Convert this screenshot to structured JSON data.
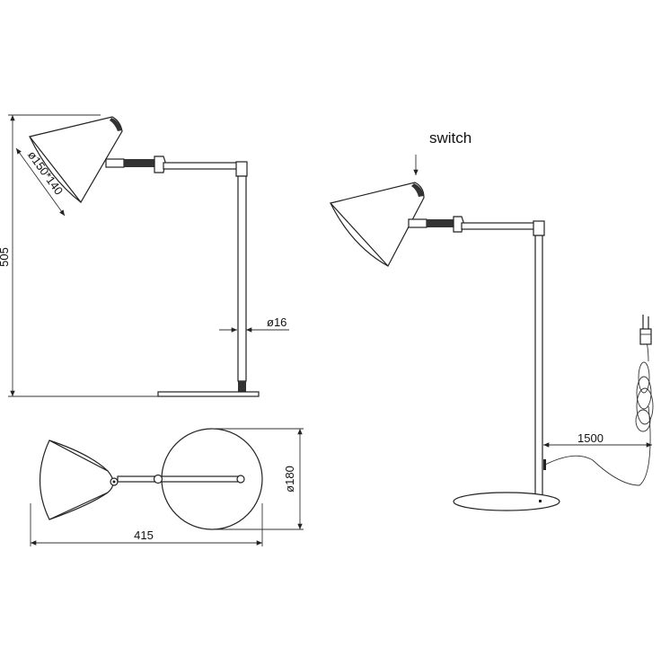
{
  "labels": {
    "height": "505",
    "shade_size": "ø150*140",
    "pole_diameter": "ø16",
    "width": "415",
    "base_diameter": "ø180",
    "switch": "switch",
    "cable_length": "1500"
  }
}
